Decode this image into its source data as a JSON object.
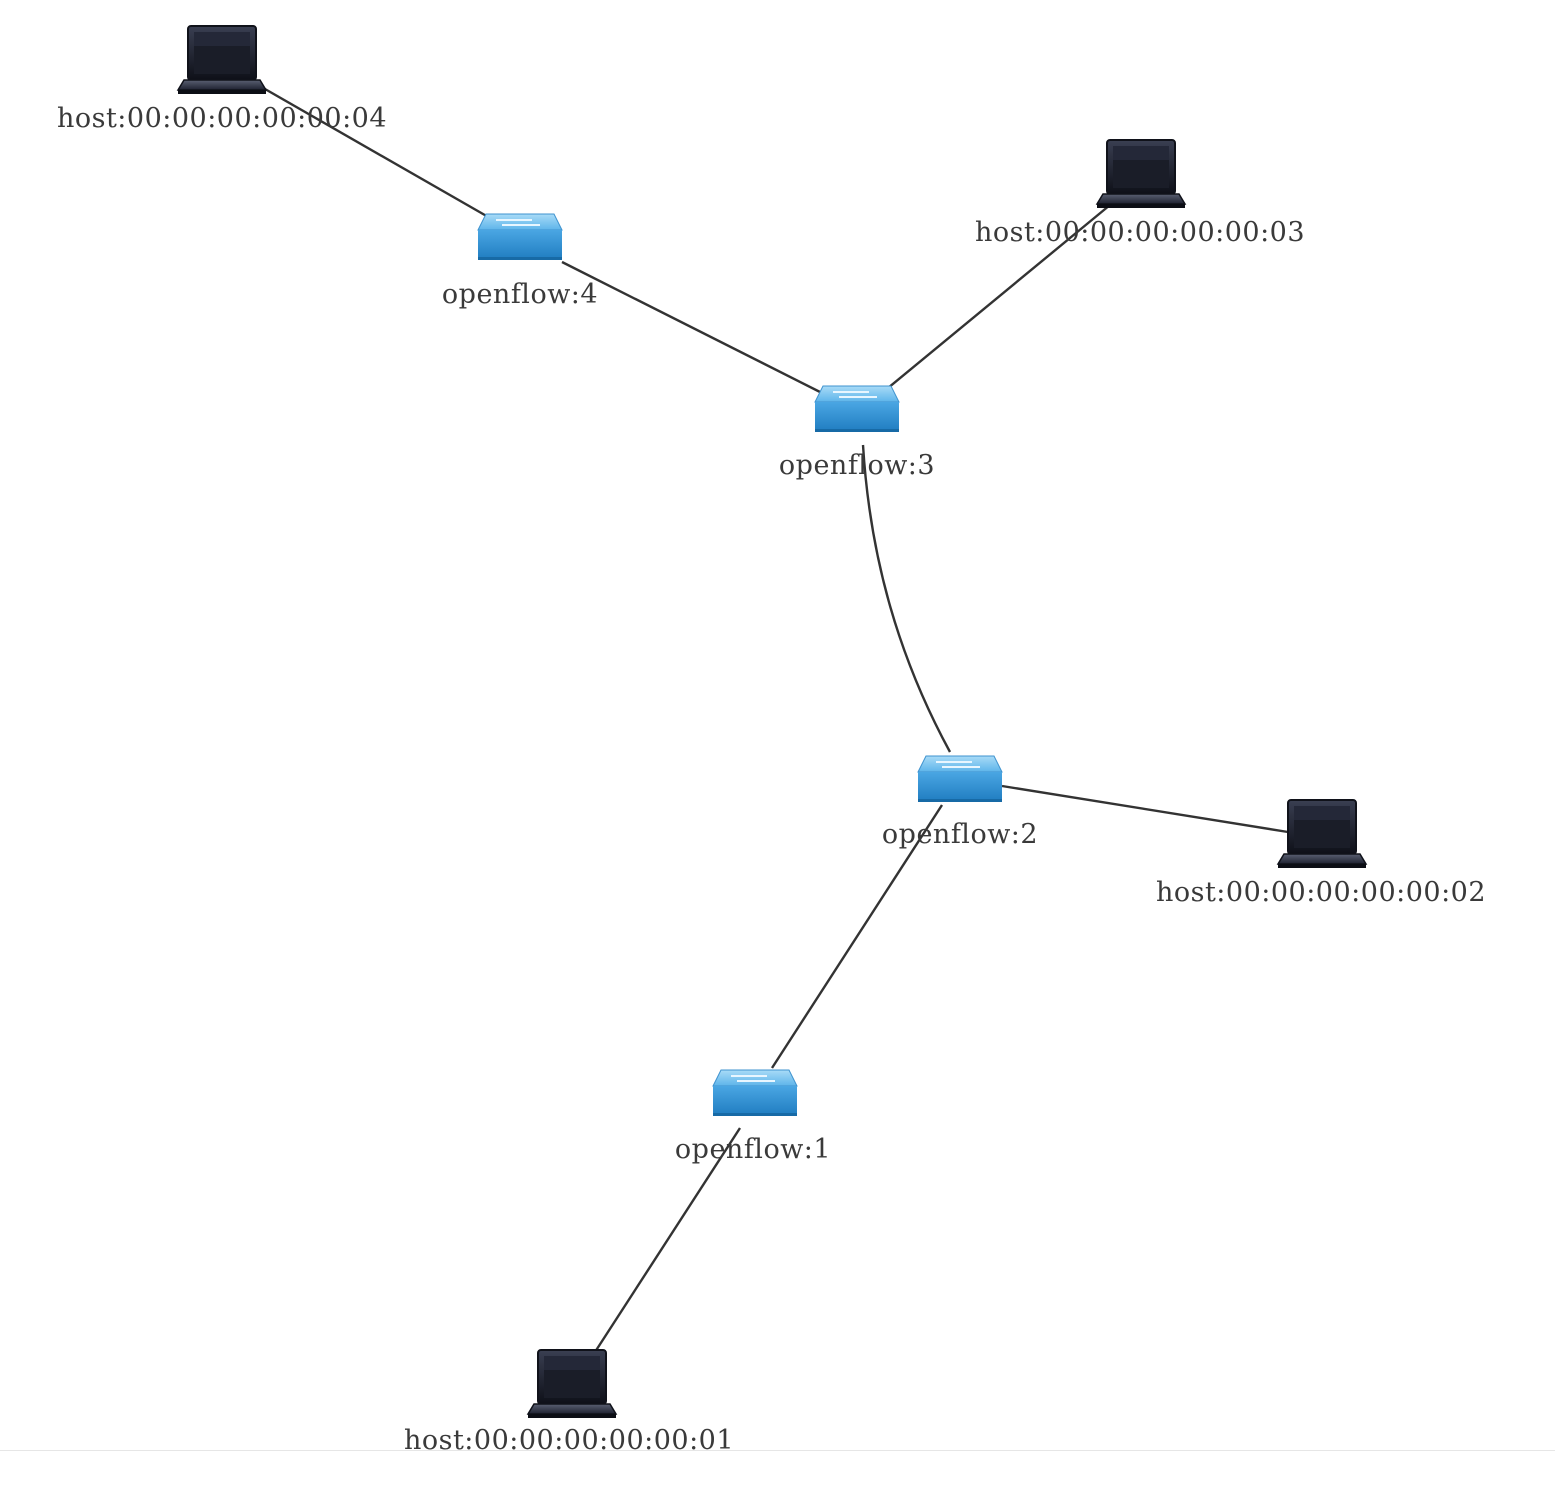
{
  "topology": {
    "switches": [
      {
        "id": "s4",
        "label": "openflow:4"
      },
      {
        "id": "s3",
        "label": "openflow:3"
      },
      {
        "id": "s2",
        "label": "openflow:2"
      },
      {
        "id": "s1",
        "label": "openflow:1"
      }
    ],
    "hosts": [
      {
        "id": "h4",
        "label": "host:00:00:00:00:00:04"
      },
      {
        "id": "h3",
        "label": "host:00:00:00:00:00:03"
      },
      {
        "id": "h2",
        "label": "host:00:00:00:00:00:02"
      },
      {
        "id": "h1",
        "label": "host:00:00:00:00:00:01"
      }
    ],
    "links": [
      {
        "from": "h4",
        "to": "s4"
      },
      {
        "from": "s4",
        "to": "s3"
      },
      {
        "from": "h3",
        "to": "s3"
      },
      {
        "from": "s3",
        "to": "s2"
      },
      {
        "from": "s2",
        "to": "h2"
      },
      {
        "from": "s2",
        "to": "s1"
      },
      {
        "from": "s1",
        "to": "h1"
      }
    ]
  },
  "colors": {
    "switch_top": "#7cc3ee",
    "switch_body": "#2f8fd0",
    "host_screen": "#1c1f2a",
    "link": "#333333",
    "label": "#3a3a3a"
  }
}
